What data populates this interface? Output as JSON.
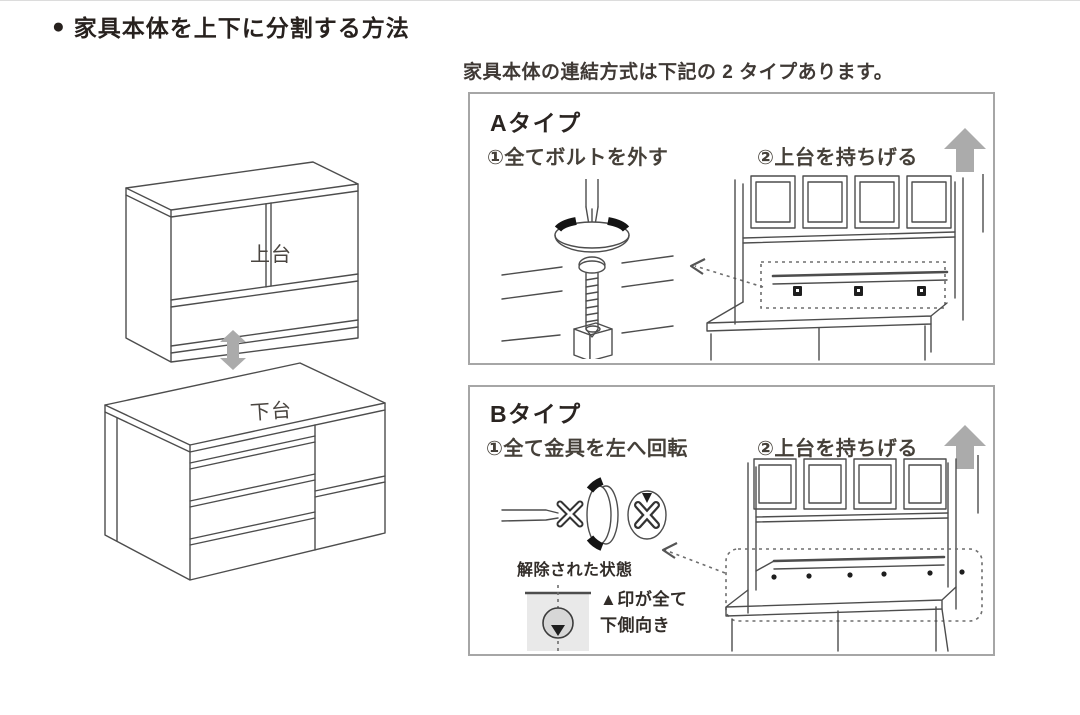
{
  "page": {
    "bullet": "●",
    "title": "家具本体を上下に分割する方法",
    "intro": "家具本体の連結方式は下記の 2 タイプあります。"
  },
  "figure": {
    "upper_label": "上台",
    "lower_label": "下台"
  },
  "type_a": {
    "title": "Aタイプ",
    "step1": "①全てボルトを外す",
    "step2": "②上台を持ちげる"
  },
  "type_b": {
    "title": "Bタイプ",
    "step1": "①全て金具を左へ回転",
    "step2": "②上台を持ちげる",
    "released_label": "解除された状態",
    "mark_note_line1": "▲印が全て",
    "mark_note_line2": "下側向き"
  },
  "colors": {
    "ink": "#1e1e1e",
    "line": "#4d4d4d",
    "arrow": "#ababab",
    "border": "#a6a6a6",
    "shade": "#e9e9e9",
    "text": "#3b3632"
  }
}
